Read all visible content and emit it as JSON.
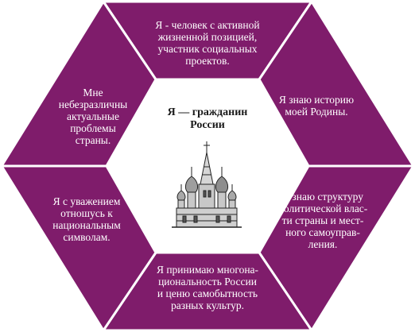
{
  "title": "Я — гражданин\nРоссии",
  "segments": {
    "top": "Я - человек с активной\nжизненной позицией,\nучастник социальных\nпроектов.",
    "upper_right": "Я знаю историю\nмоей Родины.",
    "lower_right": "Я знаю структуру\nполитической влас-\nти страны и мест-\nного самоуправ-\nления.",
    "bottom": "Я принимаю многона-\nциональность России\nи ценю самобытность\nразных культур.",
    "lower_left": "Я с уважением\nотношусь к\nнациональным\nсимволам.",
    "upper_left": "Мне\nнебезразличны\nактуальные\nпроблемы\nстраны."
  },
  "colors": {
    "segment_fill": "#7f1c6b",
    "center_fill": "#ffffff",
    "text": "#ffffff",
    "title_text": "#1a1a1a"
  },
  "center_icon": "kremlin-cathedral-icon"
}
